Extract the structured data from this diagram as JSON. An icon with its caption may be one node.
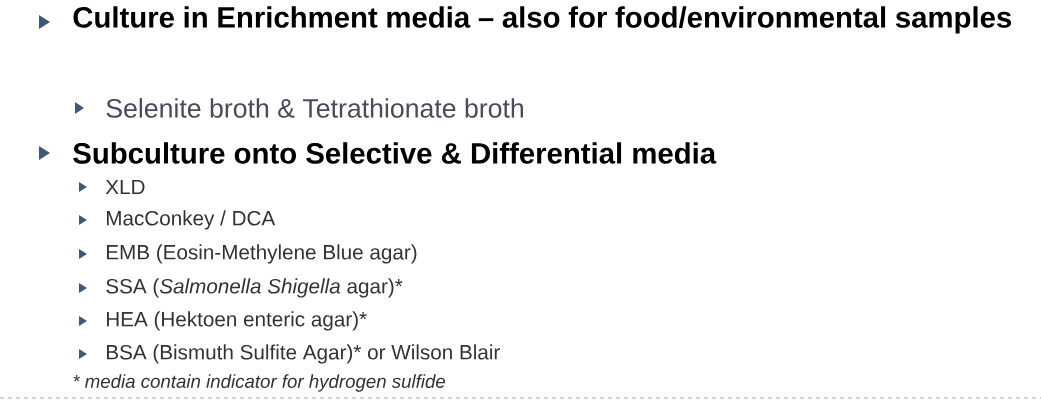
{
  "diagram": {
    "labels": [
      "Culture in Enrichment media – also for food/environmental samples",
      "Selenite broth & Tetrathionate broth",
      "Subculture onto Selective & Differential media",
      "XLD",
      "MacConkey / DCA",
      "EMB (Eosin-Methylene Blue agar)",
      "SSA (*Salmonella Shigella* agar)*",
      "HEA (Hektoen enteric agar)*",
      "BSA (Bismuth Sulfite Agar)* or Wilson Blair",
      "* media contain indicator for hydrogen sulfide"
    ]
  }
}
